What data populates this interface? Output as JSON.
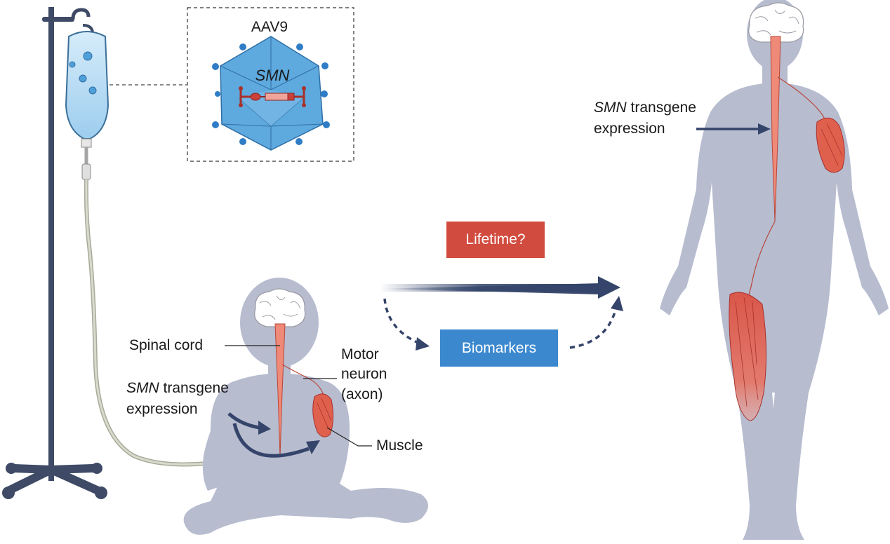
{
  "vector": {
    "title": "AAV9",
    "gene": "SMN"
  },
  "infant": {
    "spinal_cord": "Spinal cord",
    "expression_gene": "SMN",
    "expression_rest": " transgene",
    "expression_line2": "expression",
    "motor_neuron_l1": "Motor",
    "motor_neuron_l2": "neuron",
    "motor_neuron_l3": "(axon)",
    "muscle": "Muscle"
  },
  "timeline": {
    "question": "Lifetime?",
    "biomarkers": "Biomarkers"
  },
  "adult": {
    "expression_gene": "SMN",
    "expression_rest": " transgene",
    "expression_line2": "expression"
  },
  "colors": {
    "body": "#b7bccf",
    "capsid": "#5ea9de",
    "capsid_dark": "#2f6fa6",
    "dot": "#2f7dc6",
    "muscle": "#e0604e",
    "cord": "#ef8a78",
    "arrow": "#34446a",
    "lifetime_box": "#d24b3f",
    "biomarker_box": "#3b88cf"
  }
}
